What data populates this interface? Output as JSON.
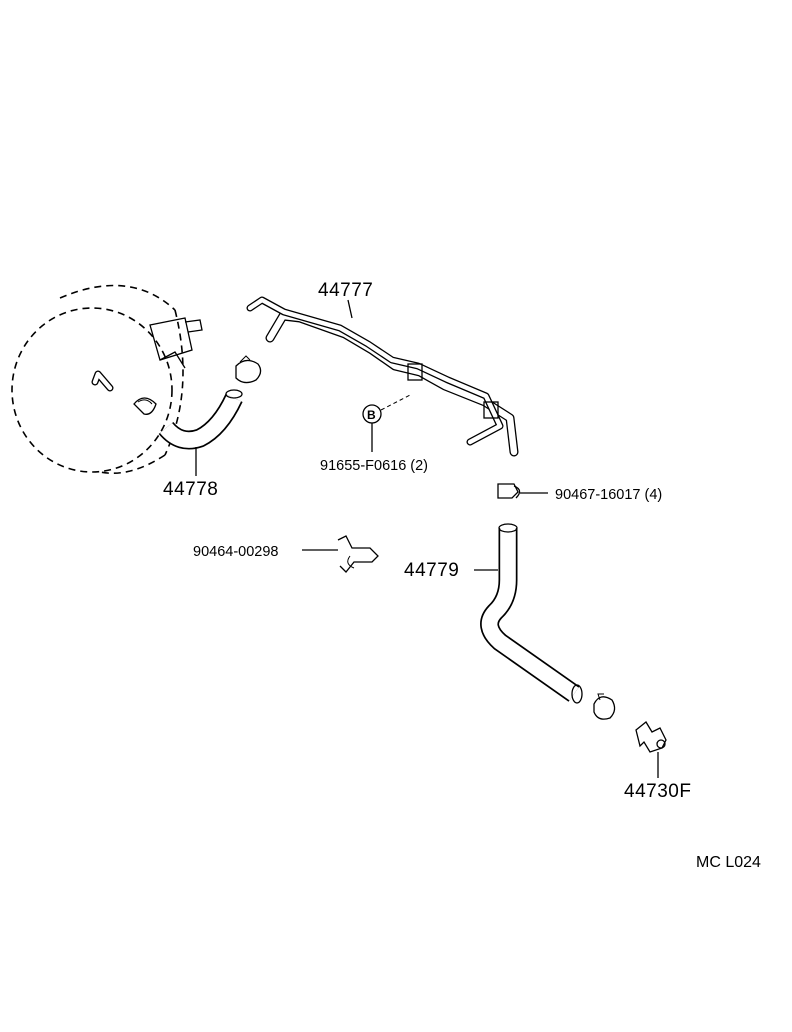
{
  "parts": {
    "vacuum_pipe": "44777",
    "booster_hose": "44778",
    "lower_hose": "44779",
    "check_valve": "44730F",
    "pipe_clamp": "91655-F0616 (2)",
    "hose_clip": "90467-16017 (4)",
    "clamp": "90464-00298"
  },
  "callout_marker": "B",
  "diagram_code": "MC L024"
}
